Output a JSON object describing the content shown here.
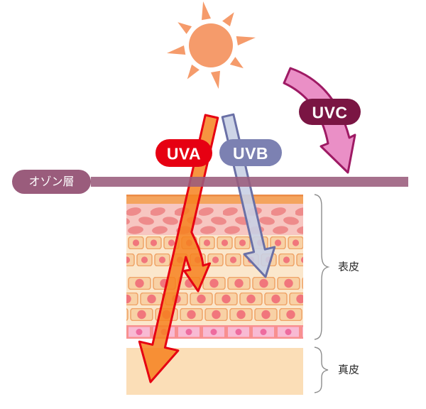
{
  "diagram": {
    "labels": {
      "uva": "UVA",
      "uvb": "UVB",
      "uvc": "UVC",
      "ozone_layer": "オゾン層",
      "epidermis": "表皮",
      "dermis": "真皮"
    },
    "colors": {
      "sun": "#F59B6B",
      "uva_pill": "#E60012",
      "uva_arrow_fill": "#F6811E",
      "uva_arrow_stroke": "#E60012",
      "uvb_pill": "#7C81B2",
      "uvb_arrow_fill": "#C9D0E4",
      "uvb_arrow_stroke": "#6A70A6",
      "uvc_pill": "#7A1543",
      "uvc_arrow_fill": "#EA8FC6",
      "uvc_arrow_stroke": "#9E1A64",
      "ozone": "#9A5C7C",
      "pill_text": "#FFFFFF",
      "label_text": "#2B2B2B",
      "skin_top_strip": "#F4A45E",
      "skin_top_strip_edge": "#EC8C46",
      "oval_band_bg": "#F7C6C1",
      "oval_cell": "#EE8B8B",
      "epidermis_bg": "#FBE7CC",
      "cell_fill": "#F8D1A5",
      "cell_border": "#EFA367",
      "cell_nucleus": "#F1767C",
      "basal_band_bg": "#F89090",
      "basal_cell": "#F8BAD3",
      "basal_nucleus": "#EE6B9F",
      "dermis": "#FBDEB7",
      "brace": "#8C8C8C"
    }
  }
}
